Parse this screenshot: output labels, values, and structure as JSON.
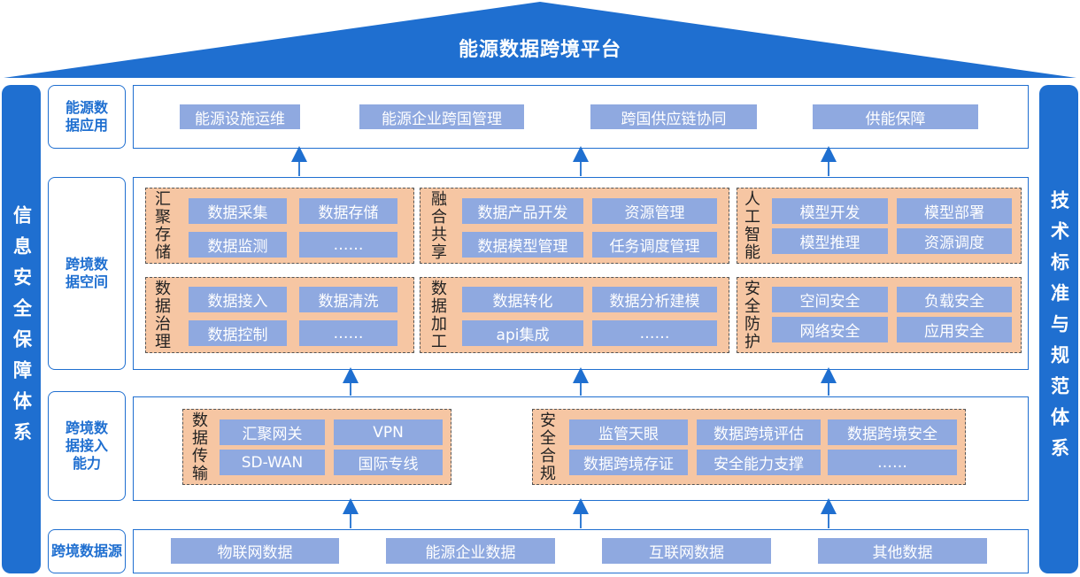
{
  "title": "能源数据跨境平台",
  "left_banner": "信息安全保障体系",
  "right_banner": "技术标准与规范体系",
  "colors": {
    "primary": "#1f6fd0",
    "chip": "#8fa9e0",
    "group": "#f6c6a3"
  },
  "layers": {
    "application": {
      "label": "能源数据应用",
      "items": [
        "能源设施运维",
        "能源企业跨国管理",
        "跨国供应链协同",
        "供能保障"
      ]
    },
    "space": {
      "label": "跨境数据空间",
      "groups": [
        {
          "label": "汇聚存储",
          "items": [
            "数据采集",
            "数据存储",
            "数据监测",
            "……"
          ]
        },
        {
          "label": "融合共享",
          "items": [
            "数据产品开发",
            "资源管理",
            "数据模型管理",
            "任务调度管理"
          ]
        },
        {
          "label": "人工智能",
          "items": [
            "模型开发",
            "模型部署",
            "模型推理",
            "资源调度"
          ]
        },
        {
          "label": "数据治理",
          "items": [
            "数据接入",
            "数据清洗",
            "数据控制",
            "……"
          ]
        },
        {
          "label": "数据加工",
          "items": [
            "数据转化",
            "数据分析建模",
            "api集成",
            "……"
          ]
        },
        {
          "label": "安全防护",
          "items": [
            "空间安全",
            "负载安全",
            "网络安全",
            "应用安全"
          ]
        }
      ]
    },
    "access": {
      "label": "跨境数据接入能力",
      "groups": [
        {
          "label": "数据传输",
          "items": [
            "汇聚网关",
            "VPN",
            "SD-WAN",
            "国际专线"
          ]
        },
        {
          "label": "安全合规",
          "items": [
            "监管天眼",
            "数据跨境评估",
            "数据跨境安全",
            "数据跨境存证",
            "安全能力支撑",
            "……"
          ]
        }
      ]
    },
    "source": {
      "label": "跨境数据源",
      "items": [
        "物联网数据",
        "能源企业数据",
        "互联网数据",
        "其他数据"
      ]
    }
  }
}
